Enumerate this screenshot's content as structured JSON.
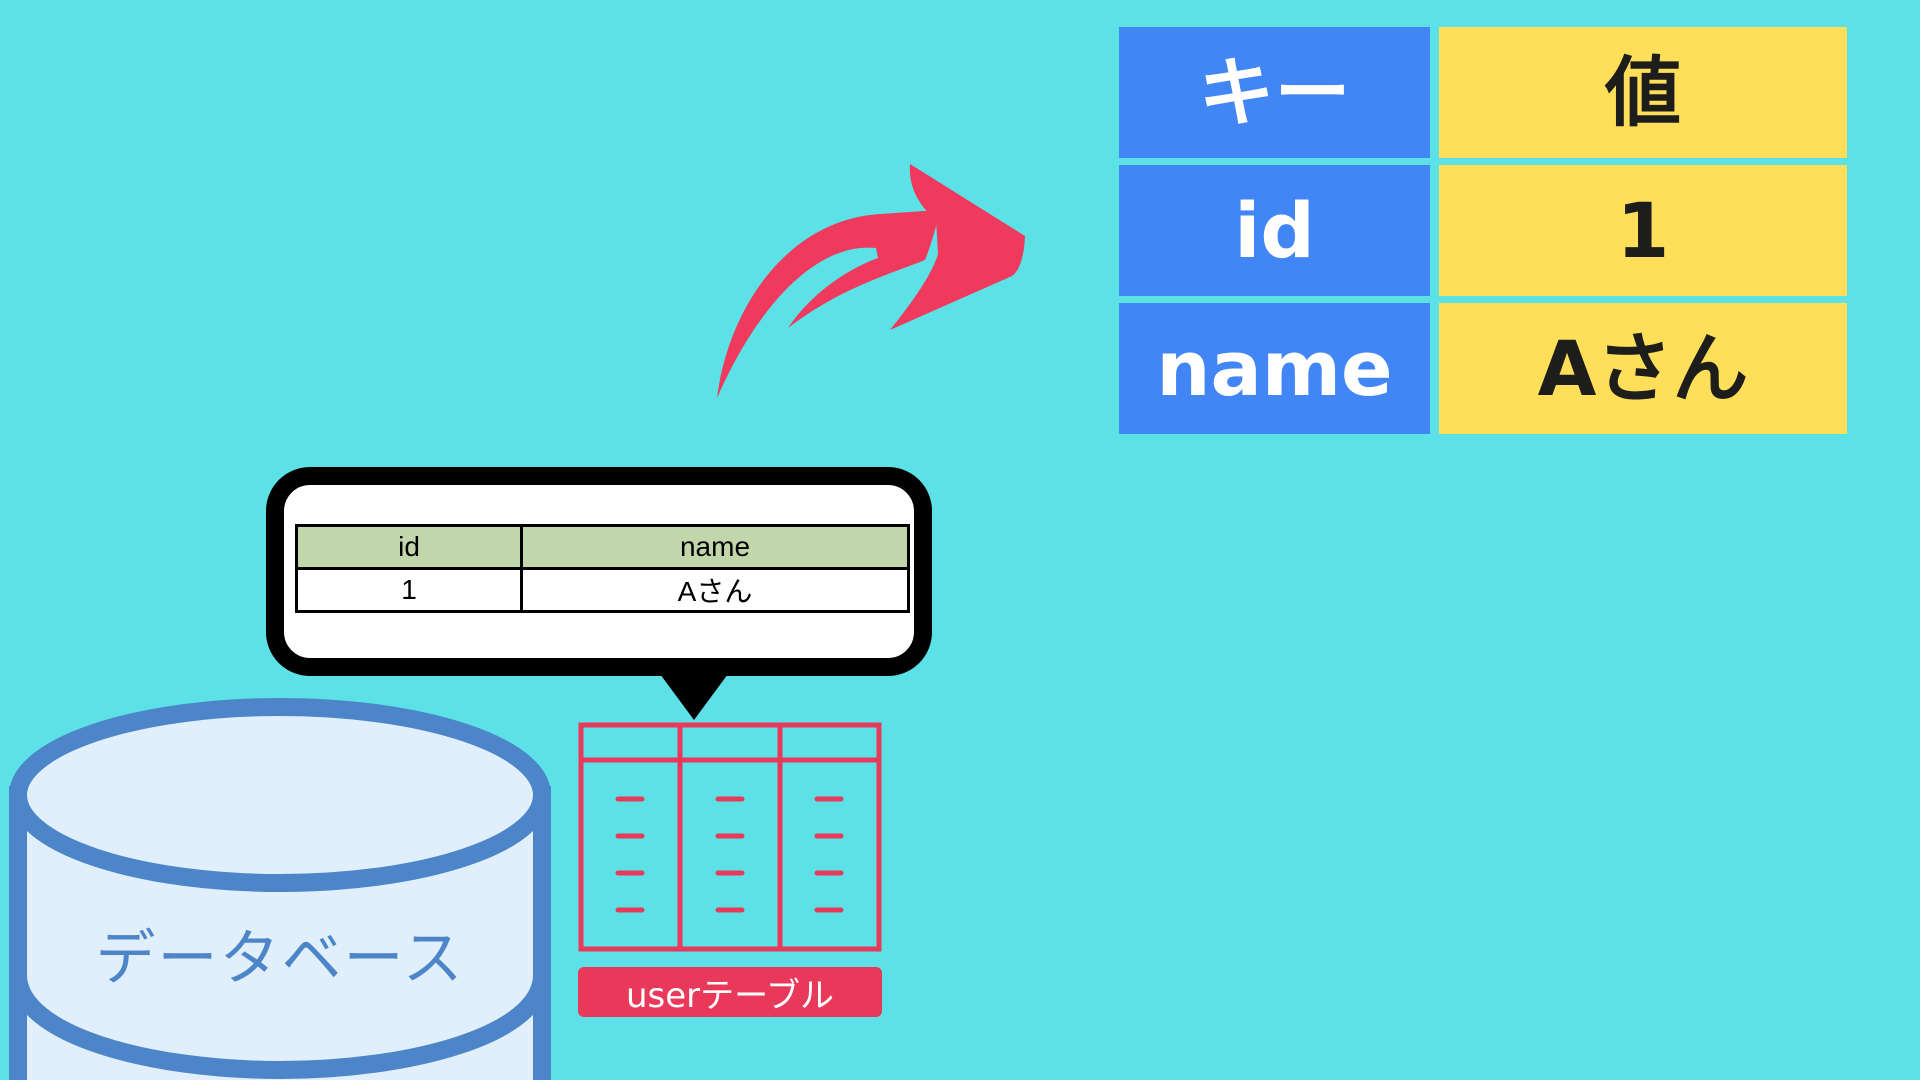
{
  "kv_table": {
    "rows": [
      {
        "key": "キー",
        "value": "値"
      },
      {
        "key": "id",
        "value": "1"
      },
      {
        "key": "name",
        "value": "Aさん"
      }
    ]
  },
  "record_table": {
    "headers": [
      "id",
      "name"
    ],
    "row": [
      "1",
      "Aさん"
    ]
  },
  "database": {
    "label": "データベース"
  },
  "user_table": {
    "label": "userテーブル"
  },
  "colors": {
    "background": "#5ce1e6",
    "key_fill": "#4286f5",
    "value_fill": "#ffde59",
    "arrow": "#ef3a5d",
    "database_stroke": "#4c86c8",
    "database_fill": "#e1effc",
    "table_icon": "#e8395a",
    "header_fill": "#c2d6ab"
  },
  "icons": [
    "curved-arrow-icon",
    "database-icon",
    "table-icon",
    "speech-bubble"
  ]
}
